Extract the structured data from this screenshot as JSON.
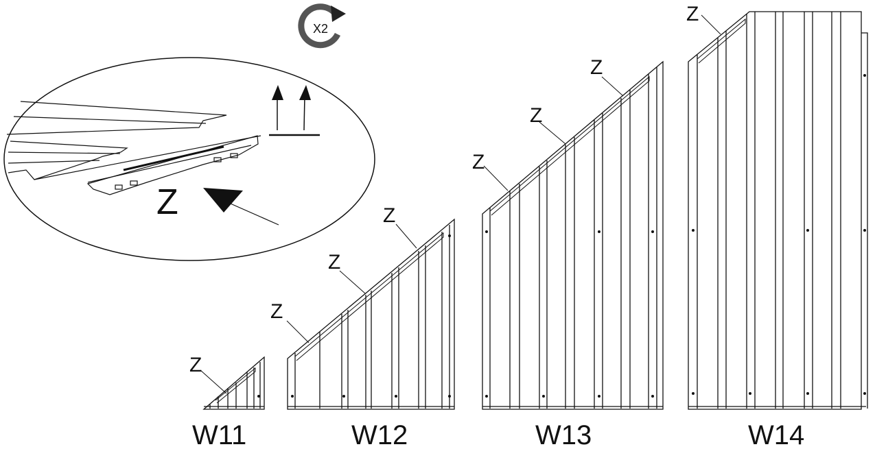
{
  "rotate_badge": {
    "label": "X2",
    "icon": "rotate-clockwise-icon"
  },
  "detail": {
    "callout_letter": "Z",
    "icons": [
      "up-arrow-icon",
      "pointer-arrow-icon"
    ]
  },
  "panels": [
    {
      "id": "W11",
      "label": "W11",
      "callouts": [
        "Z"
      ]
    },
    {
      "id": "W12",
      "label": "W12",
      "callouts": [
        "Z",
        "Z",
        "Z"
      ]
    },
    {
      "id": "W13",
      "label": "W13",
      "callouts": [
        "Z",
        "Z",
        "Z"
      ]
    },
    {
      "id": "W14",
      "label": "W14",
      "callouts": [
        "Z"
      ]
    }
  ]
}
